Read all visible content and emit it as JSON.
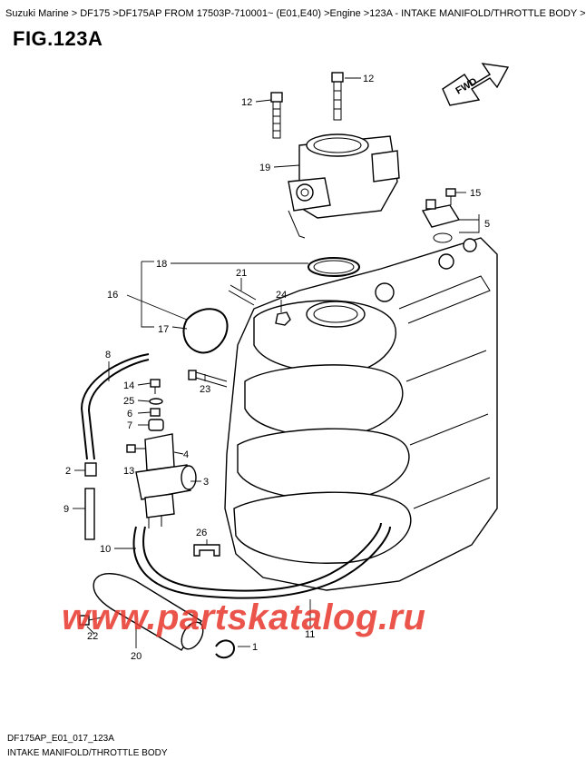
{
  "breadcrumb": "Suzuki Marine > DF175 >DF175AP FROM 17503P-710001~ (E01,E40) >Engine >123A - INTAKE MANIFOLD/THROTTLE BODY >",
  "figure_title": "FIG.123A",
  "fwd_label": "FWD",
  "watermark": "www.partskatalog.ru",
  "diagram_code": "DF175AP_E01_017_123A",
  "caption": "INTAKE MANIFOLD/THROTTLE BODY",
  "callouts": [
    "1",
    "2",
    "3",
    "4",
    "5",
    "6",
    "7",
    "8",
    "9",
    "10",
    "11",
    "12",
    "12",
    "13",
    "14",
    "15",
    "16",
    "17",
    "18",
    "19",
    "20",
    "21",
    "22",
    "23",
    "24",
    "25",
    "26"
  ],
  "colors": {
    "watermark": "#e8372c",
    "line": "#000000"
  }
}
